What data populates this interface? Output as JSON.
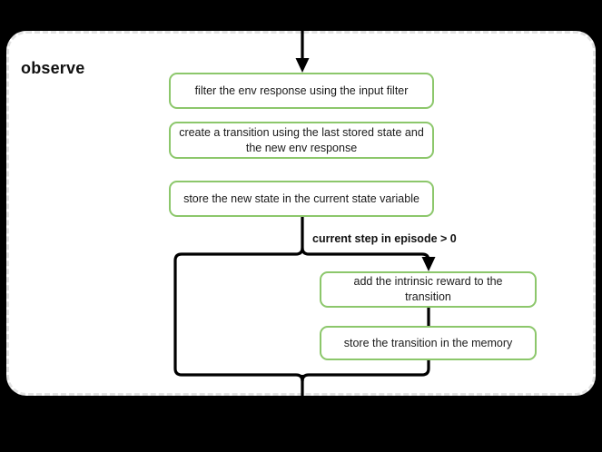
{
  "diagram": {
    "type": "flowchart",
    "scope": {
      "title": "observe",
      "border_style": "dashed",
      "border_color": "#e3e3e3",
      "background": "#ffffff"
    },
    "node_style": {
      "border_color": "#8cc76b",
      "fill": "#ffffff",
      "text_color": "#1a1a1a"
    },
    "connector_color": "#000000",
    "canvas_background": "#000000",
    "nodes": [
      {
        "id": "filter",
        "label": "filter the env response using the input filter"
      },
      {
        "id": "create",
        "label": "create a transition using the last stored state and the new env response"
      },
      {
        "id": "store_state",
        "label": "store the new state in the current state variable"
      },
      {
        "id": "intrinsic",
        "label": "add the intrinsic reward to the transition"
      },
      {
        "id": "store_trans",
        "label": "store the transition in the memory"
      }
    ],
    "edges": [
      {
        "from": "entry",
        "to": "filter",
        "label": ""
      },
      {
        "from": "store_state",
        "to": "intrinsic",
        "label": "current step in episode > 0"
      },
      {
        "from": "store_state",
        "to": "exit",
        "label": ""
      },
      {
        "from": "store_trans",
        "to": "exit",
        "label": ""
      }
    ],
    "branch_label": "current step in episode > 0"
  }
}
